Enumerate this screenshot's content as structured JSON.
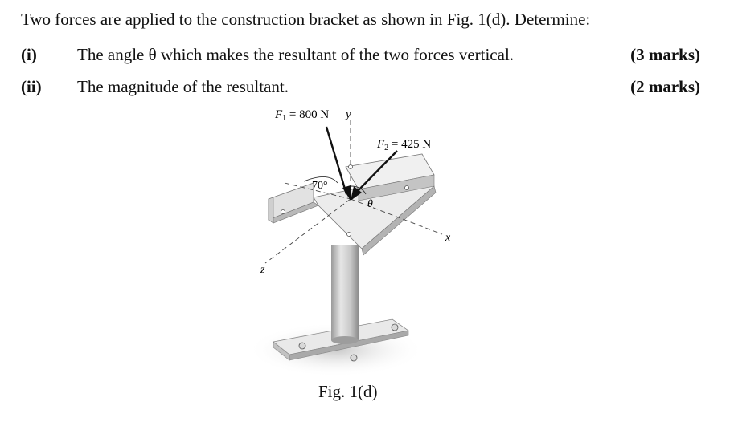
{
  "intro": "Two forces are applied to the construction bracket as shown in Fig. 1(d). Determine:",
  "questions": [
    {
      "num": "(i)",
      "text": "The angle θ which makes the resultant of the two forces vertical.",
      "marks": "(3 marks)"
    },
    {
      "num": "(ii)",
      "text": "The magnitude of the resultant.",
      "marks": "(2 marks)"
    }
  ],
  "figure": {
    "f1_sym": "F",
    "f1_sub": "1",
    "f1_val": " = 800 N",
    "f2_sym": "F",
    "f2_sub": "2",
    "f2_val": " = 425 N",
    "y_axis": "y",
    "x_axis": "x",
    "z_axis": "z",
    "angle_70": "70°",
    "angle_theta": "θ",
    "caption": "Fig. 1(d)"
  }
}
